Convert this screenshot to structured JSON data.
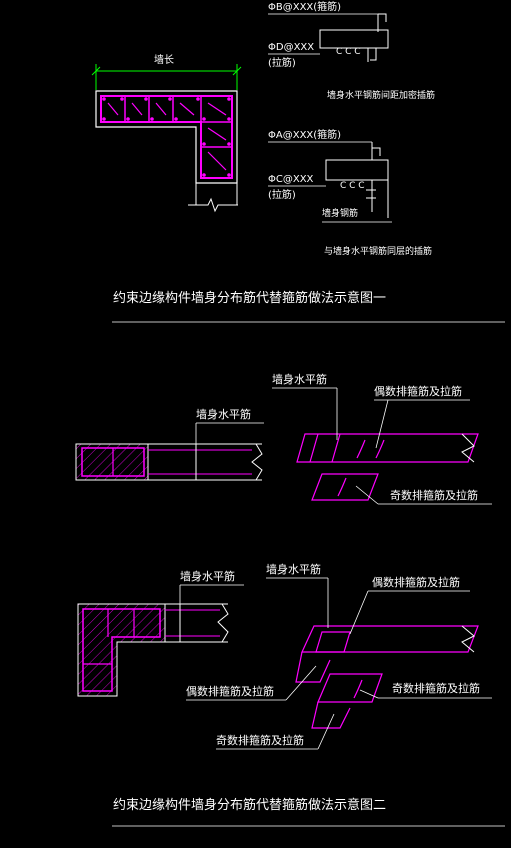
{
  "figure1": {
    "wall_length": "墙长",
    "detail_a_line1": "ΦB@XXX(箍筋)",
    "detail_a_line2": "ΦD@XXX",
    "detail_a_line3": "(拉筋)",
    "detail_a_note": "墙身水平钢筋间距加密插筋",
    "detail_b_line1": "ΦA@XXX(箍筋)",
    "detail_b_line2": "ΦC@XXX",
    "detail_b_line3": "(拉筋)",
    "detail_b_wall_bar": "墙身钢筋",
    "detail_b_note": "与墙身水平钢筋同层的插筋",
    "caption": "约束边缘构件墙身分布筋代替箍筋做法示意图一"
  },
  "figure2": {
    "wall_horizontal_left": "墙身水平筋",
    "wall_horizontal_right": "墙身水平筋",
    "even_row": "偶数排箍筋及拉筋",
    "odd_row": "奇数排箍筋及拉筋"
  },
  "figure3": {
    "wall_horizontal_left": "墙身水平筋",
    "wall_horizontal_right": "墙身水平筋",
    "even_row_top": "偶数排箍筋及拉筋",
    "even_row_left": "偶数排箍筋及拉筋",
    "odd_row_right": "奇数排箍筋及拉筋",
    "odd_row_bottom": "奇数排箍筋及拉筋",
    "caption": "约束边缘构件墙身分布筋代替箍筋做法示意图二"
  },
  "colors": {
    "background": "#000000",
    "line": "#ffffff",
    "rebar": "#ff00ff",
    "dimension": "#00ff00"
  }
}
